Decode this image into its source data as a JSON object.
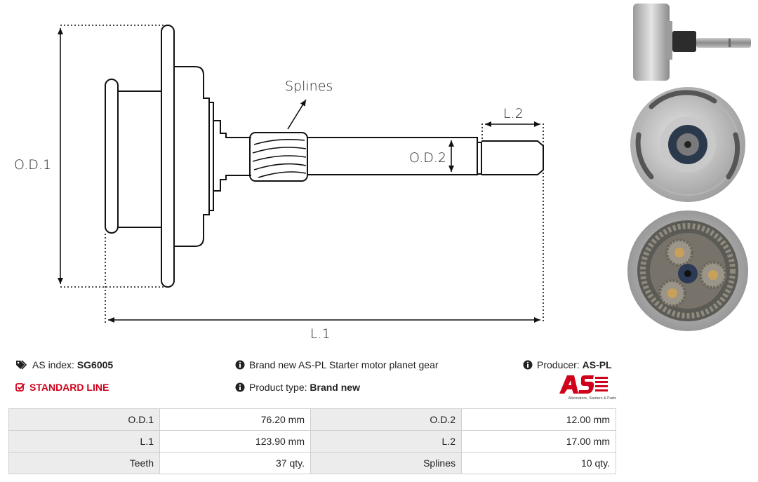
{
  "drawing": {
    "labels": {
      "od1": "O.D.1",
      "od2": "O.D.2",
      "l1": "L.1",
      "l2": "L.2",
      "splines": "Splines"
    }
  },
  "info": {
    "as_index_label": "AS index:",
    "as_index_value": "SG6005",
    "standard_line": "STANDARD LINE",
    "description": "Brand new AS-PL Starter motor planet gear",
    "product_type_label": "Product type:",
    "product_type_value": "Brand new",
    "producer_label": "Producer:",
    "producer_value": "AS-PL",
    "logo_tagline": "Alternators, Starters & Parts"
  },
  "specs": {
    "rows": [
      {
        "l1": "O.D.1",
        "v1": "76.20 mm",
        "l2": "O.D.2",
        "v2": "12.00 mm"
      },
      {
        "l1": "L.1",
        "v1": "123.90 mm",
        "l2": "L.2",
        "v2": "17.00 mm"
      },
      {
        "l1": "Teeth",
        "v1": "37 qty.",
        "l2": "Splines",
        "v2": "10 qty."
      }
    ]
  },
  "colors": {
    "accent_red": "#d0021b",
    "label_bg": "#ececec",
    "border": "#cfcfcf"
  }
}
